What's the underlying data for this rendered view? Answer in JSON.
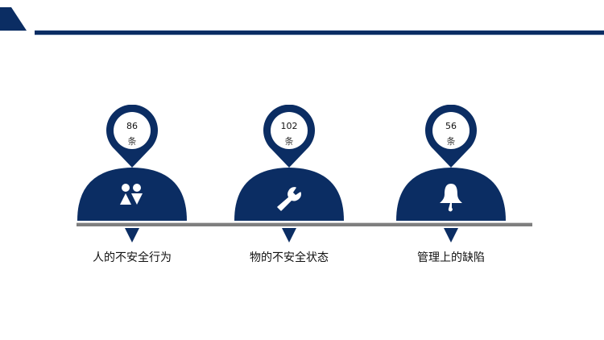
{
  "colors": {
    "primary": "#0b2d63",
    "baseline": "#7f7f7f",
    "white": "#ffffff"
  },
  "items": [
    {
      "count": "86",
      "unit": "条",
      "label": "人的不安全行为",
      "icon": "people-icon"
    },
    {
      "count": "102",
      "unit": "条",
      "label": "物的不安全状态",
      "icon": "wrench-icon"
    },
    {
      "count": "56",
      "unit": "条",
      "label": "管理上的缺陷",
      "icon": "bell-icon"
    }
  ]
}
